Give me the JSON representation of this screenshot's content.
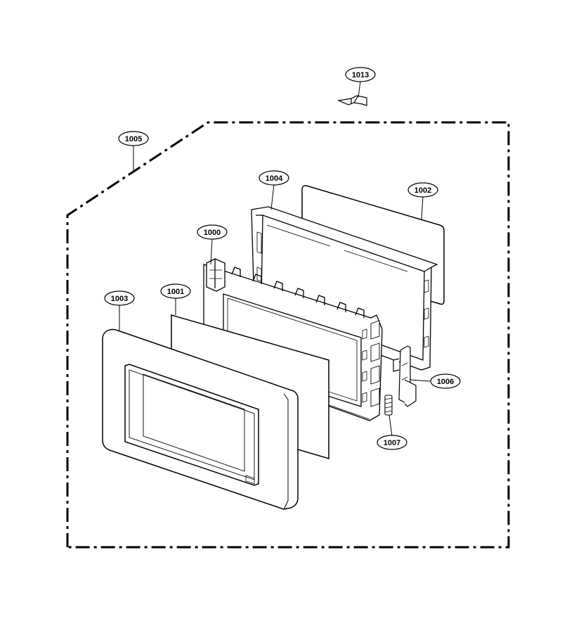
{
  "diagram": {
    "callouts": {
      "c1013": "1013",
      "c1005": "1005",
      "c1004": "1004",
      "c1002": "1002",
      "c1000": "1000",
      "c1003": "1003",
      "c1001": "1001",
      "c1006": "1006",
      "c1007": "1007"
    }
  },
  "colors": {
    "line": "#000000",
    "background": "#ffffff"
  }
}
